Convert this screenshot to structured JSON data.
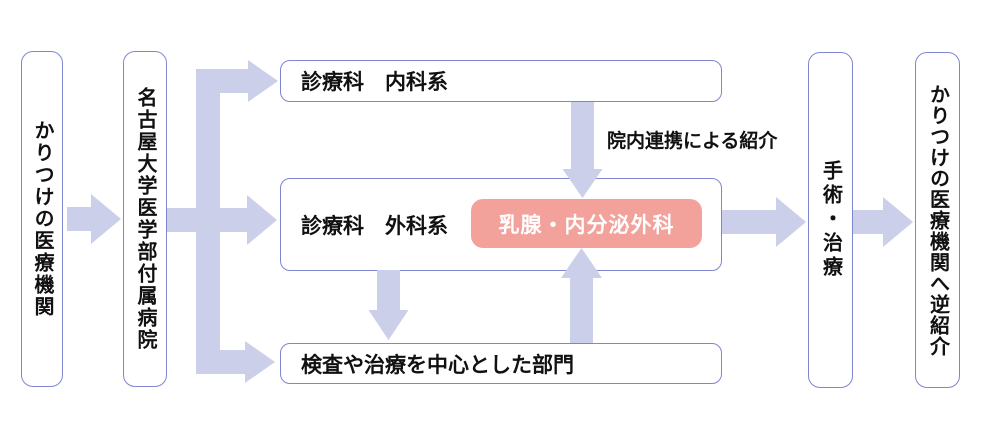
{
  "nodes": {
    "home_clinic": "かりつけの医療機関",
    "hospital": "名古屋大学医学部付属病院",
    "internal_dept": "診療科　内科系",
    "surgical_dept": "診療科　外科系",
    "breast_endocrine": "乳腺・内分泌外科",
    "exam_treatment_dept": "検査や治療を中心とした部門",
    "surgery_treatment": "手術・治療",
    "reverse_referral": "かりつけの医療機関へ逆紹介"
  },
  "labels": {
    "in_hospital_referral": "院内連携による紹介"
  },
  "colors": {
    "box_border": "#7e86d2",
    "arrow_fill": "#cbcfea",
    "highlight_fill": "#f2a29b",
    "highlight_text": "#ffffff",
    "text": "#111111",
    "background": "#ffffff"
  }
}
